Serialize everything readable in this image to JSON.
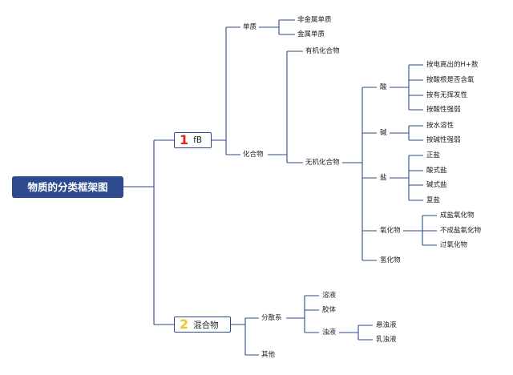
{
  "root": "物质的分类框架图",
  "branches": [
    {
      "num": "1",
      "label": "fB",
      "num_color": "#d62828"
    },
    {
      "num": "2",
      "label": "混合物",
      "num_color": "#f2c230"
    }
  ],
  "pure": {
    "elemental": {
      "label": "单质",
      "children": [
        "非金属单质",
        "金属单质"
      ]
    },
    "compound": {
      "label": "化合物",
      "organic": "有机化合物",
      "inorganic": {
        "label": "无机化合物",
        "acid": {
          "label": "酸",
          "children": [
            "按电离出的H+数",
            "按酸根是否含氧",
            "按有无挥发性",
            "按酸性强弱"
          ]
        },
        "base": {
          "label": "碱",
          "children": [
            "按水溶性",
            "按碱性强弱"
          ]
        },
        "salt": {
          "label": "盐",
          "children": [
            "正盐",
            "酸式盐",
            "碱式盐",
            "复盐"
          ]
        },
        "oxide": {
          "label": "氧化物",
          "children": [
            "成盐氧化物",
            "不成盐氧化物",
            "过氧化物"
          ]
        },
        "hydride": "氢化物"
      }
    }
  },
  "mixture": {
    "dispersion": {
      "label": "分散系",
      "children": [
        "溶液",
        "胶体"
      ],
      "suspension": {
        "label": "浊液",
        "children": [
          "悬浊液",
          "乳浊液"
        ]
      }
    },
    "other": "其他"
  },
  "line_color": "#2e4a8e"
}
